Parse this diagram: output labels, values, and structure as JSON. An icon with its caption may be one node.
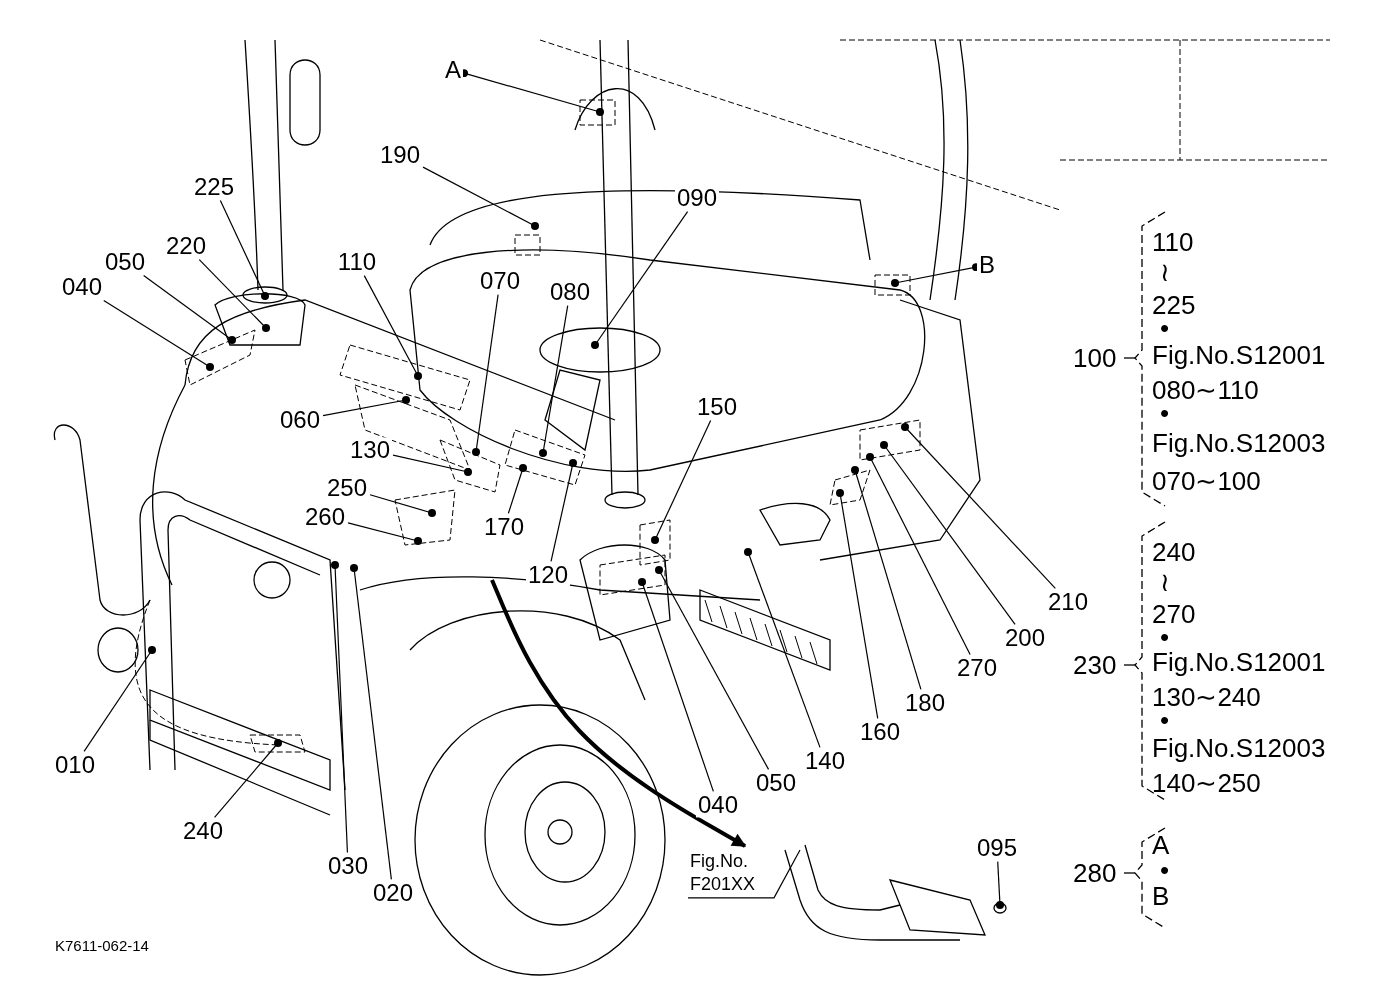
{
  "diagram": {
    "nodes": [
      {
        "text": [
          "A"
        ]
      },
      {
        "text": [
          "190"
        ]
      },
      {
        "text": [
          "225"
        ]
      },
      {
        "text": [
          "090"
        ]
      },
      {
        "text": [
          "220"
        ]
      },
      {
        "text": [
          "050"
        ]
      },
      {
        "text": [
          "B"
        ]
      },
      {
        "text": [
          "040"
        ]
      },
      {
        "text": [
          "110"
        ]
      },
      {
        "text": [
          "070"
        ]
      },
      {
        "text": [
          "080"
        ]
      },
      {
        "text": [
          "060"
        ]
      },
      {
        "text": [
          "150"
        ]
      },
      {
        "text": [
          "130"
        ]
      },
      {
        "text": [
          "250"
        ]
      },
      {
        "text": [
          "170"
        ]
      },
      {
        "text": [
          "260"
        ]
      },
      {
        "text": [
          "120"
        ]
      },
      {
        "text": [
          "210"
        ]
      },
      {
        "text": [
          "200"
        ]
      },
      {
        "text": [
          "270"
        ]
      },
      {
        "text": [
          "180"
        ]
      },
      {
        "text": [
          "160"
        ]
      },
      {
        "text": [
          "010"
        ]
      },
      {
        "text": [
          "140"
        ]
      },
      {
        "text": [
          "050"
        ]
      },
      {
        "text": [
          "240"
        ]
      },
      {
        "text": [
          "040"
        ]
      },
      {
        "text": [
          "030"
        ]
      },
      {
        "text": [
          "020"
        ]
      },
      {
        "text": [
          "095"
        ]
      },
      {
        "text": [
          "Fig.No. F201XX"
        ]
      }
    ],
    "edges": [
      {
        "from": 0,
        "to": null,
        "arrow": "other"
      },
      {
        "from": 1,
        "to": null,
        "arrow": "other"
      },
      {
        "from": 2,
        "to": null,
        "arrow": "other"
      },
      {
        "from": 3,
        "to": null,
        "arrow": "other"
      },
      {
        "from": 4,
        "to": null,
        "arrow": "other"
      },
      {
        "from": 5,
        "to": null,
        "arrow": "other"
      },
      {
        "from": 6,
        "to": null,
        "arrow": "other"
      },
      {
        "from": 7,
        "to": null,
        "arrow": "other"
      },
      {
        "from": 8,
        "to": null,
        "arrow": "other"
      },
      {
        "from": 9,
        "to": null,
        "arrow": "other"
      },
      {
        "from": 10,
        "to": null,
        "arrow": "other"
      },
      {
        "from": 11,
        "to": null,
        "arrow": "other"
      },
      {
        "from": 12,
        "to": null,
        "arrow": "other"
      },
      {
        "from": 13,
        "to": null,
        "arrow": "other"
      },
      {
        "from": 14,
        "to": null,
        "arrow": "other"
      },
      {
        "from": 15,
        "to": null,
        "arrow": "other"
      },
      {
        "from": 16,
        "to": null,
        "arrow": "other"
      },
      {
        "from": 17,
        "to": null,
        "arrow": "other"
      },
      {
        "from": 18,
        "to": null,
        "arrow": "other"
      },
      {
        "from": 19,
        "to": null,
        "arrow": "other"
      },
      {
        "from": 20,
        "to": null,
        "arrow": "other"
      },
      {
        "from": 21,
        "to": null,
        "arrow": "other"
      },
      {
        "from": 22,
        "to": null,
        "arrow": "other"
      },
      {
        "from": 23,
        "to": null,
        "arrow": "other"
      },
      {
        "from": 24,
        "to": null,
        "arrow": "other"
      },
      {
        "from": 25,
        "to": null,
        "arrow": "other"
      },
      {
        "from": 26,
        "to": null,
        "arrow": "other"
      },
      {
        "from": 27,
        "to": null,
        "arrow": "other"
      },
      {
        "from": 28,
        "to": null,
        "arrow": "other"
      },
      {
        "from": 29,
        "to": null,
        "arrow": "other"
      },
      {
        "from": 30,
        "to": null,
        "arrow": "other"
      },
      {
        "from": 31,
        "to": null,
        "arrow": "none"
      },
      {
        "from": null,
        "to": 31,
        "arrow": "to",
        "style": "thick"
      }
    ],
    "labels": [
      "110",
      "≀",
      "225",
      "•",
      "100",
      "Fig.No.S12001",
      "080∼110",
      "•",
      "Fig.No.S12003",
      "070∼100",
      "240",
      "≀",
      "270",
      "•",
      "230",
      "Fig.No.S12001",
      "130∼240",
      "•",
      "Fig.No.S12003",
      "140∼250",
      "A",
      "280",
      "•",
      "B",
      "K7611-062-14"
    ]
  }
}
